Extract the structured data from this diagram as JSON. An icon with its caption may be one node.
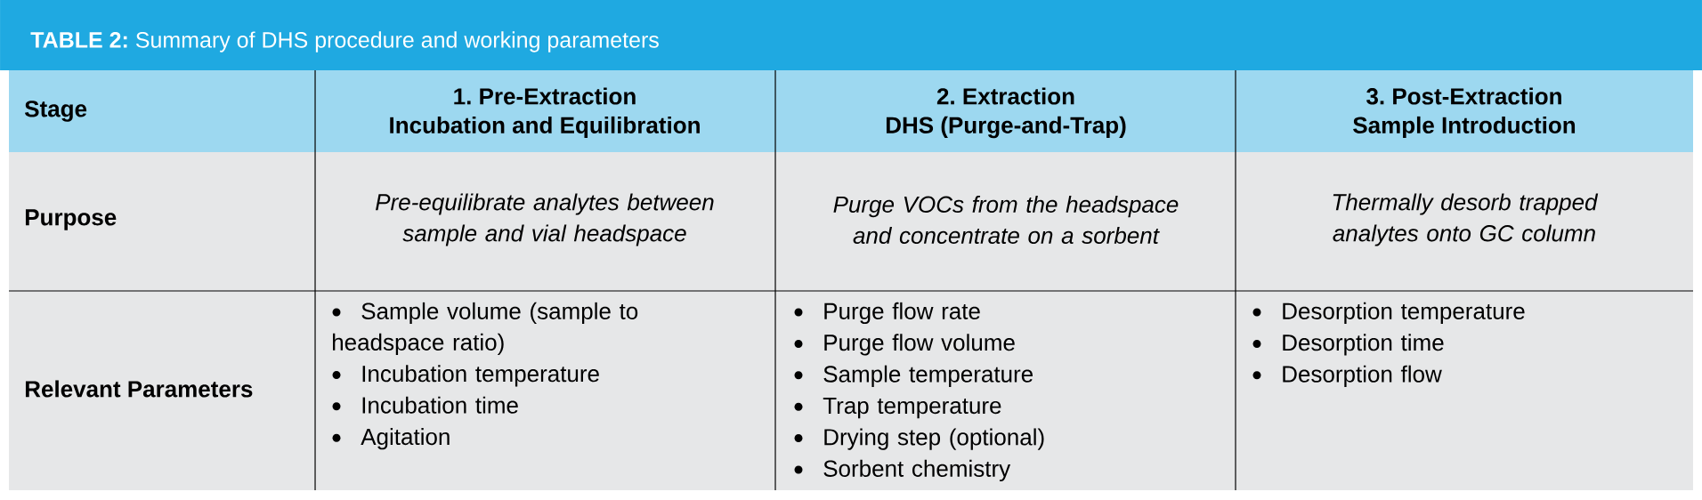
{
  "diagram": {
    "title": "**TABLE 2:** Summary of DHS procedure and working parameters",
    "labels": [
      "Stage",
      "1. Pre-Extraction",
      "Incubation and Equilibration",
      "2. Extraction",
      "DHS (Purge-and-Trap)",
      "3. Post-Extraction",
      "Sample Introduction",
      "Purpose",
      "Pre-equilibrate analytes between sample and vial headspace",
      "Purge VOCs from the headspace and concentrate on a sorbent",
      "Thermally desorb trapped analytes onto GC column",
      "Relevant Parameters",
      "Sample volume (sample to headspace ratio)",
      "Incubation temperature",
      "Incubation time",
      "Agitation",
      "Purge flow rate",
      "Purge flow volume",
      "Sample temperature",
      "Trap temperature",
      "Drying step (optional)",
      "Sorbent chemistry",
      "Desorption temperature",
      "Desorption time",
      "Desorption flow"
    ]
  }
}
